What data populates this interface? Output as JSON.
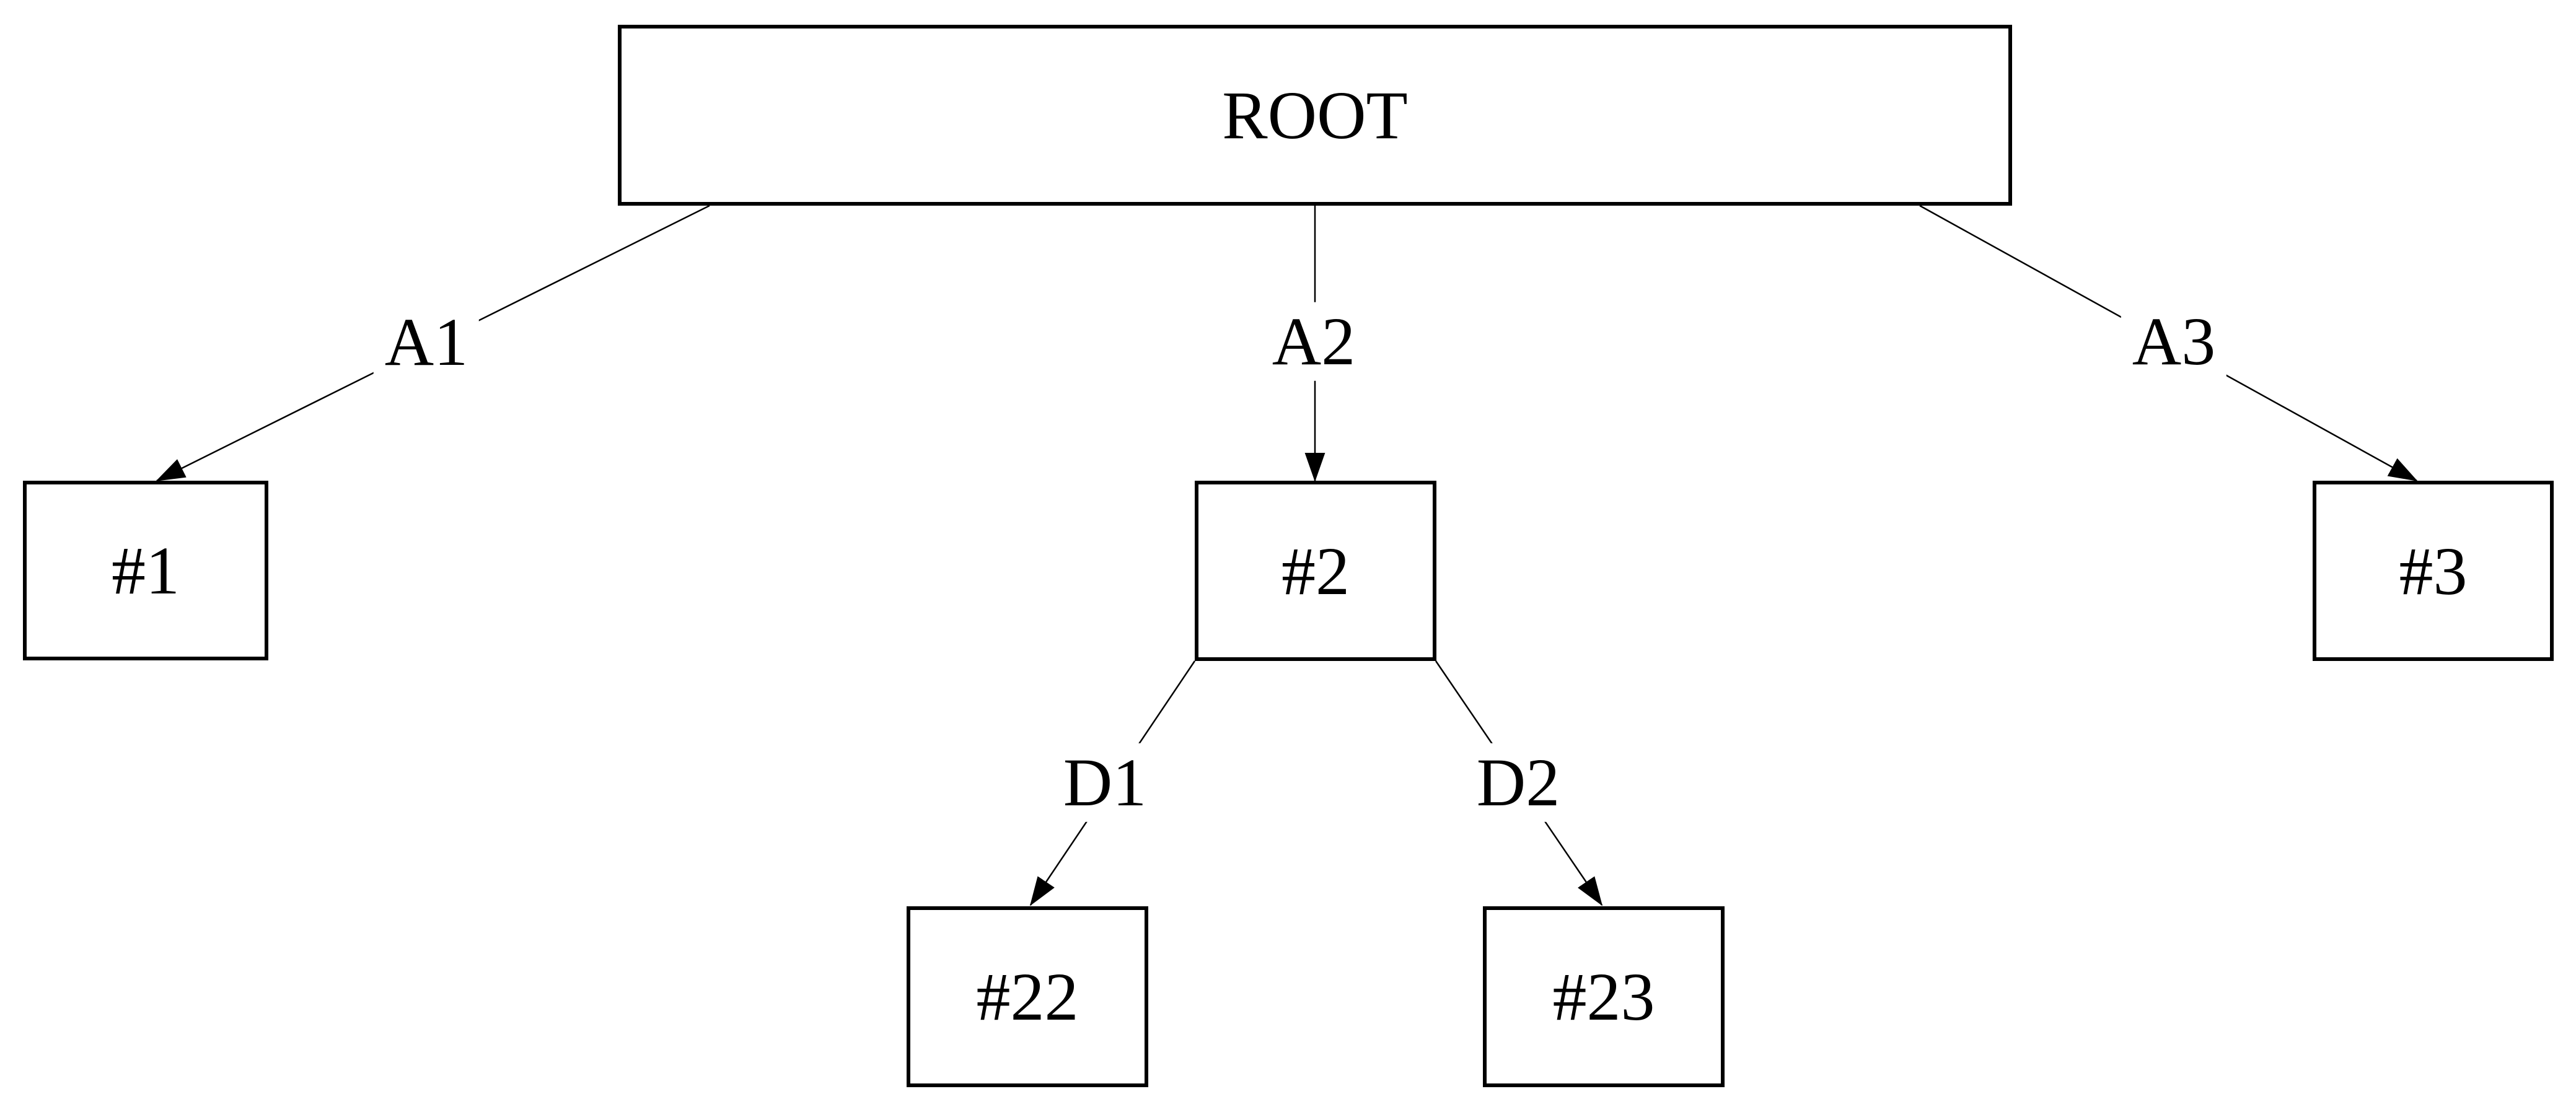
{
  "diagram": {
    "type": "tree",
    "background_color": "#ffffff",
    "line_color": "#000000",
    "nodes": [
      {
        "id": "root",
        "label": "ROOT"
      },
      {
        "id": "n1",
        "label": "#1"
      },
      {
        "id": "n2",
        "label": "#2"
      },
      {
        "id": "n3",
        "label": "#3"
      },
      {
        "id": "n22",
        "label": "#22"
      },
      {
        "id": "n23",
        "label": "#23"
      }
    ],
    "edges": [
      {
        "from": "root",
        "to": "n1",
        "label": "A1"
      },
      {
        "from": "root",
        "to": "n2",
        "label": "A2"
      },
      {
        "from": "root",
        "to": "n3",
        "label": "A3"
      },
      {
        "from": "n2",
        "to": "n22",
        "label": "D1"
      },
      {
        "from": "n2",
        "to": "n23",
        "label": "D2"
      }
    ]
  }
}
